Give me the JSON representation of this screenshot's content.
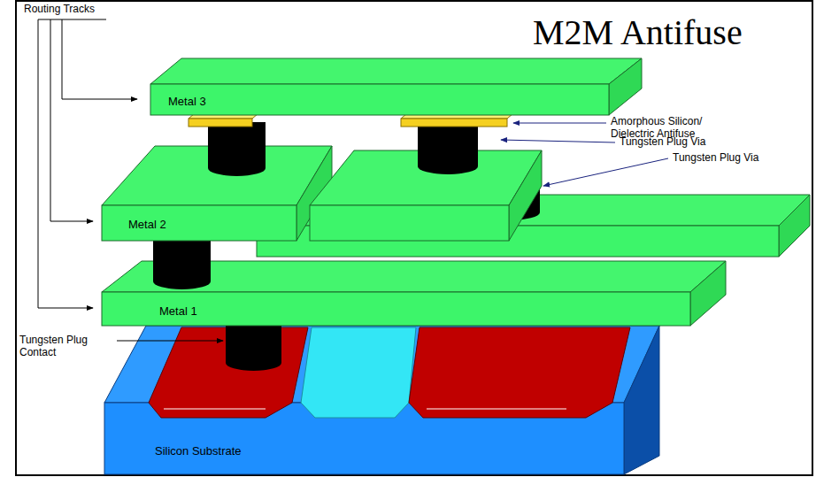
{
  "diagram": {
    "title": "M2M Antifuse",
    "nodes": [
      {
        "text": [
          "Metal 3"
        ]
      },
      {
        "text": [
          "Metal 2"
        ]
      },
      {
        "text": [
          "Metal 1"
        ]
      },
      {
        "text": [
          "Silicon Substrate"
        ]
      }
    ],
    "labels": [
      "Routing Tracks",
      "Amorphous Silicon/ Dielectric Antifuse",
      "Tungsten Plug Via",
      "Tungsten Plug Via",
      "Tungsten Plug Contact"
    ]
  }
}
